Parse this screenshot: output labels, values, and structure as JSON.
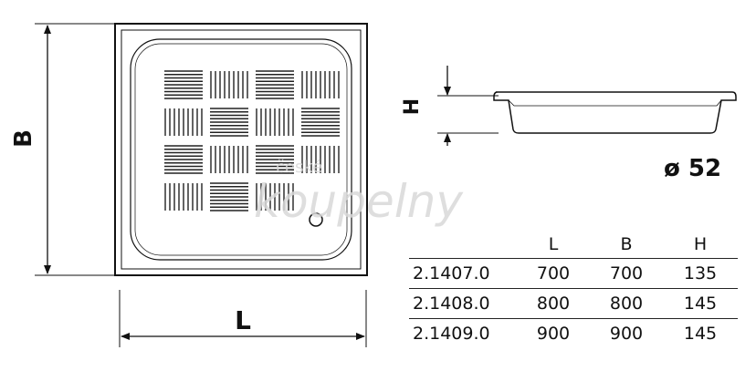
{
  "dimensions": {
    "width_label": "L",
    "depth_label": "B",
    "height_label": "H",
    "drain_label": "ø 52"
  },
  "watermark": {
    "line1": "české",
    "line2": "koupelny"
  },
  "table": {
    "headers": [
      "",
      "L",
      "B",
      "H"
    ],
    "rows": [
      {
        "code": "2.1407.0",
        "L": "700",
        "B": "700",
        "H": "135"
      },
      {
        "code": "2.1408.0",
        "L": "800",
        "B": "800",
        "H": "145"
      },
      {
        "code": "2.1409.0",
        "L": "900",
        "B": "900",
        "H": "145"
      }
    ]
  }
}
